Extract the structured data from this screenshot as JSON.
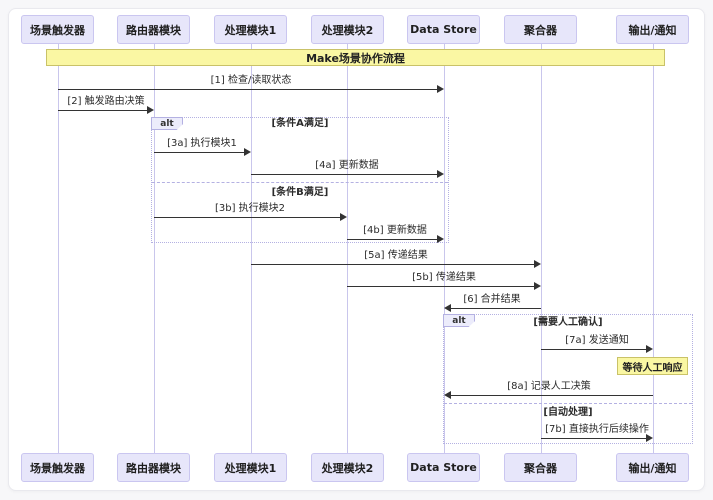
{
  "diagram": {
    "title": "Make场景协作流程",
    "participants": [
      {
        "label": "场景触发器"
      },
      {
        "label": "路由器模块"
      },
      {
        "label": "处理模块1"
      },
      {
        "label": "处理模块2"
      },
      {
        "label": "Data Store"
      },
      {
        "label": "聚合器"
      },
      {
        "label": "输出/通知"
      }
    ],
    "messages": [
      {
        "label": "[1] 检查/读取状态",
        "from": "场景触发器",
        "to": "Data Store"
      },
      {
        "label": "[2] 触发路由决策",
        "from": "场景触发器",
        "to": "路由器模块"
      },
      {
        "label": "[3a] 执行模块1",
        "from": "路由器模块",
        "to": "处理模块1"
      },
      {
        "label": "[4a] 更新数据",
        "from": "处理模块1",
        "to": "Data Store"
      },
      {
        "label": "[3b] 执行模块2",
        "from": "路由器模块",
        "to": "处理模块2"
      },
      {
        "label": "[4b] 更新数据",
        "from": "处理模块2",
        "to": "Data Store"
      },
      {
        "label": "[5a] 传递结果",
        "from": "处理模块1",
        "to": "聚合器"
      },
      {
        "label": "[5b] 传递结果",
        "from": "处理模块2",
        "to": "聚合器"
      },
      {
        "label": "[6] 合并结果",
        "from": "聚合器",
        "to": "Data Store"
      },
      {
        "label": "[7a] 发送通知",
        "from": "聚合器",
        "to": "输出/通知"
      },
      {
        "label": "[8a] 记录人工决策",
        "from": "输出/通知",
        "to": "Data Store"
      },
      {
        "label": "[7b] 直接执行后续操作",
        "from": "聚合器",
        "to": "输出/通知"
      }
    ],
    "fragments": [
      {
        "operator": "alt",
        "conditions": [
          "[条件A满足]",
          "[条件B满足]"
        ]
      },
      {
        "operator": "alt",
        "conditions": [
          "[需要人工确认]",
          "[自动处理]"
        ]
      }
    ],
    "note": {
      "label": "等待人工响应"
    },
    "colors": {
      "participant_fill": "#E7E6FA",
      "participant_border": "#CAC6F0",
      "banner_fill": "#FAF7A3",
      "banner_border": "#C9C268",
      "lifeline": "#C9C6EC",
      "fragment_border": "#B4B1E2",
      "arrow": "#333333"
    }
  }
}
